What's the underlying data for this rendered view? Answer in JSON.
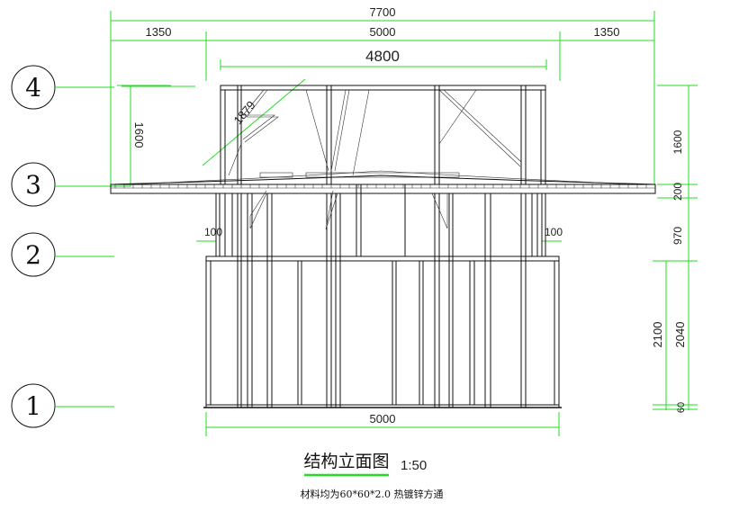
{
  "drawing": {
    "title": "结构立面图",
    "scale": "1:50",
    "note": "材料均为60*60*2.0 热镀锌方通",
    "colors": {
      "dimension": "#22dd22",
      "structure": "#111111"
    }
  },
  "axes": [
    {
      "label": "4"
    },
    {
      "label": "3"
    },
    {
      "label": "2"
    },
    {
      "label": "1"
    }
  ],
  "dimensions": {
    "top_overall": "7700",
    "top_left": "1350",
    "top_middle": "5000",
    "top_right": "1350",
    "upper_width": "4800",
    "left_height": "1600",
    "diagonal": "1879",
    "left_offset": "100",
    "right_offset": "100",
    "bottom_width": "5000",
    "right_chain": [
      "1600",
      "200",
      "970",
      "2040",
      "60"
    ],
    "right_door": "2100"
  }
}
